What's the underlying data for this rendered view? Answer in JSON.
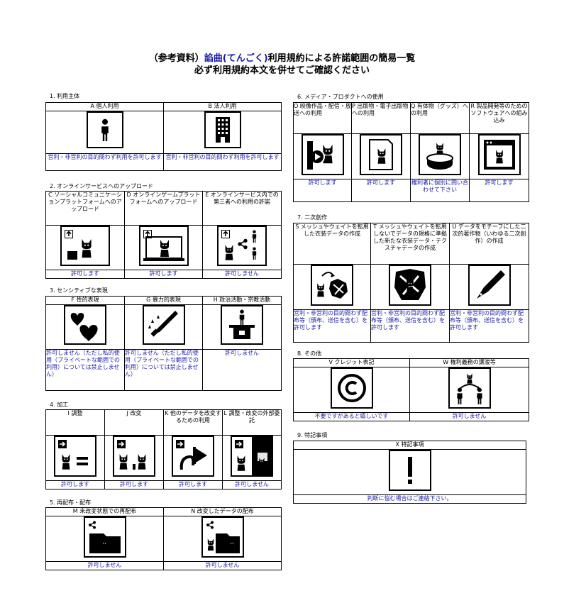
{
  "title": {
    "line1_prefix": "（参考資料）",
    "line1_accent": "諂曲(てんごく)",
    "line1_suffix": "利用規約による許諾範囲の簡易一覧",
    "line2": "必ず利用規約本文を併せてご確認ください"
  },
  "colors": {
    "accent": "#1a1aa6",
    "border": "#000000"
  },
  "sections": {
    "s1": {
      "title": "1. 利用主体",
      "cols": [
        {
          "label": "A 個人利用",
          "icon": "person-icon",
          "answer": "営利・非営利の目的問わず利用を許可します"
        },
        {
          "label": "B 法人利用",
          "icon": "building-icon",
          "answer": "営利・非営利の目的問わず利用を許可します"
        }
      ]
    },
    "s2": {
      "title": "2. オンラインサービスへのアップロード",
      "cols": [
        {
          "label": "C ソーシャルコミュニケーションプラットフォームへのアップロード",
          "icon": "upload-social-icon",
          "answer": "許可します"
        },
        {
          "label": "D オンラインゲームプラットフォームへのアップロード",
          "icon": "upload-game-icon",
          "answer": "許可します"
        },
        {
          "label": "E オンラインサービス内での第三者への利用の許諾",
          "icon": "share-network-icon",
          "answer": "許可しません"
        }
      ]
    },
    "s3": {
      "title": "3. センシティブな表現",
      "cols": [
        {
          "label": "F 性的表現",
          "icon": "hearts-icon",
          "answer": "許可しません（ただし私的使用（プライベートな範囲での利用）については禁止しません）"
        },
        {
          "label": "G 暴力的表現",
          "icon": "knife-icon",
          "answer": "許可しません（ただし私的使用（プライベートな範囲での利用）については禁止しません）"
        },
        {
          "label": "H 政治活動・宗教活動",
          "icon": "podium-icon",
          "answer": "許可しません"
        }
      ]
    },
    "s4": {
      "title": "4. 加工",
      "cols": [
        {
          "label": "I 調整",
          "icon": "adjust-icon",
          "answer": "許可します"
        },
        {
          "label": "J 改変",
          "icon": "modify-icon",
          "answer": "許可します"
        },
        {
          "label": "K 他のデータを改変するための利用",
          "icon": "modify-other-icon",
          "answer": "許可します"
        },
        {
          "label": "L 調整・改変の外部委託",
          "icon": "outsource-icon",
          "answer": "許可しません"
        }
      ]
    },
    "s5": {
      "title": "5. 再配布・配布",
      "cols": [
        {
          "label": "M 未改変状態での再配布",
          "icon": "redistribute-icon",
          "answer": "許可しません"
        },
        {
          "label": "N 改変したデータの配布",
          "icon": "distribute-modified-icon",
          "answer": "許可しません"
        }
      ]
    },
    "s6": {
      "title": "6. メディア・プロダクトへの使用",
      "cols": [
        {
          "label": "O 映像作品・配信・放送への利用",
          "icon": "video-icon",
          "answer": "許可します"
        },
        {
          "label": "P 出版物・電子出版物への利用",
          "icon": "publication-icon",
          "answer": "許可します"
        },
        {
          "label": "Q 有体物（グッズ）への利用",
          "icon": "goods-icon",
          "answer": "権利者に個別に問い合わせて下さい"
        },
        {
          "label": "R 製品開発等のためのソフトウェアへの組み込み",
          "icon": "software-icon",
          "answer": "許可します"
        }
      ]
    },
    "s7": {
      "title": "7. 二次創作",
      "cols": [
        {
          "label": "S メッシュやウェイトを転用した衣装データの作成",
          "icon": "costume-mesh-icon",
          "answer": "営利・非営利の目的問わず配布等（頒布、送信を含む）を許可します"
        },
        {
          "label": "T メッシュやウェイトを転用しないでデータの規格に準拠した新たな衣装データ・テクスチャデータの作成",
          "icon": "costume-new-icon",
          "answer": "営利・非営利の目的問わず配布等（頒布、送信を含む）を許可します"
        },
        {
          "label": "U データをモチーフにした二次的著作物（いわゆる二次創作）の作成",
          "icon": "pen-nib-icon",
          "answer": "営利・非営利の目的問わず配布等（頒布、送信を含む）を許可します"
        }
      ]
    },
    "s8": {
      "title": "8. その他",
      "cols": [
        {
          "label": "V クレジット表記",
          "icon": "copyright-icon",
          "answer": "不要ですがあると嬉しいです"
        },
        {
          "label": "W 権利義務の譲渡等",
          "icon": "transfer-icon",
          "answer": "許可しません"
        }
      ]
    },
    "s9": {
      "title": "9. 特記事項",
      "cols": [
        {
          "label": "X 特記事項",
          "icon": "exclamation-icon",
          "answer": "判断に悩む場合はご連絡下さい。"
        }
      ]
    }
  }
}
